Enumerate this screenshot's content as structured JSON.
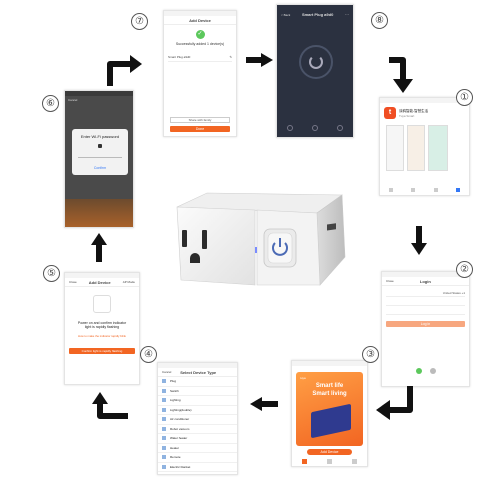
{
  "steps": [
    "①",
    "②",
    "③",
    "④",
    "⑤",
    "⑥",
    "⑦",
    "⑧"
  ],
  "step1": {
    "app_name": "涂鸦智能-智慧生活",
    "app_subtitle": "Tuya Smart"
  },
  "step2": {
    "back": "Close",
    "title": "Login",
    "region": "United States +1",
    "login_button": "Log in"
  },
  "step3": {
    "banner_line1": "Smart life",
    "banner_line2": "Smart living",
    "brand": "tuya",
    "add_device": "Add Device"
  },
  "step4": {
    "cancel": "Cancel",
    "title": "Select Device Type",
    "items": [
      "Plug",
      "Switch",
      "Lighting",
      "Lighting(double)",
      "Air conditioner",
      "Robot vacuum",
      "Water heater",
      "Heater",
      "Remote",
      "Electric blanket"
    ]
  },
  "step5": {
    "back": "Close",
    "title": "Add Device",
    "mode": "AP Mode",
    "instruction_line1": "Power on and confirm indicator",
    "instruction_line2": "light is rapidly flashing",
    "help_link": "How to make the indicator rapidly blink",
    "confirm_button": "Confirm light is rapidly flashing"
  },
  "step6": {
    "cancel": "Cancel",
    "dialog_title": "Enter Wi-Fi password",
    "confirm": "Confirm"
  },
  "step7": {
    "title": "Add Device",
    "success_text": "Successfully added 1 device(s)",
    "device_name": "Smart Plug a9d0",
    "share_button": "Share with family",
    "done_button": "Done"
  },
  "step8": {
    "back": "< Back",
    "title": "Smart Plug a9d0"
  },
  "colors": {
    "accent": "#f26522",
    "green": "#5cc85c",
    "dark_screen": "#2b3140"
  }
}
